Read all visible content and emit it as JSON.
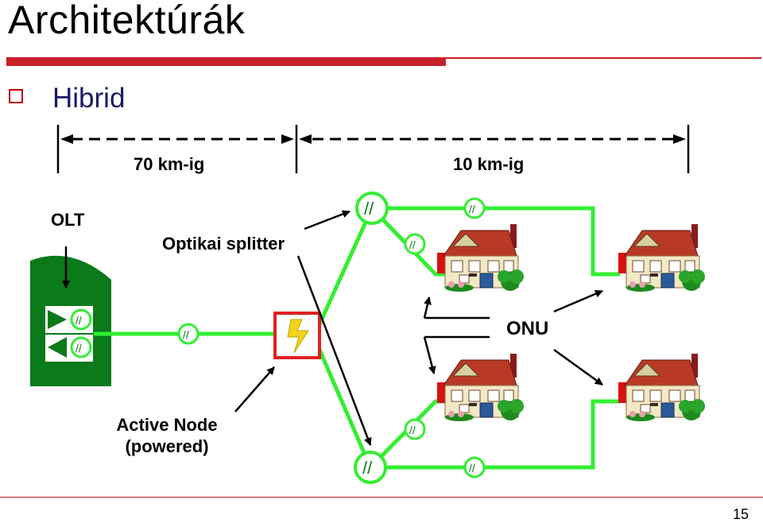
{
  "slide": {
    "title": "Architektúrák",
    "page_number": "15"
  },
  "bullet": {
    "text": "Hibrid"
  },
  "distances": {
    "left": "70 km-ig",
    "right": "10 km-ig"
  },
  "labels": {
    "olt": "OLT",
    "splitter": "Optikai splitter",
    "onu": "ONU",
    "active_node_line1": "Active Node",
    "active_node_line2": "(powered)",
    "fiber_mark": "//"
  },
  "colors": {
    "fiber": "#33ee33",
    "olt_body": "#0a7a1a",
    "accent": "#c8202a",
    "bullet_text": "#1a1a66",
    "roof": "#c0392b"
  }
}
